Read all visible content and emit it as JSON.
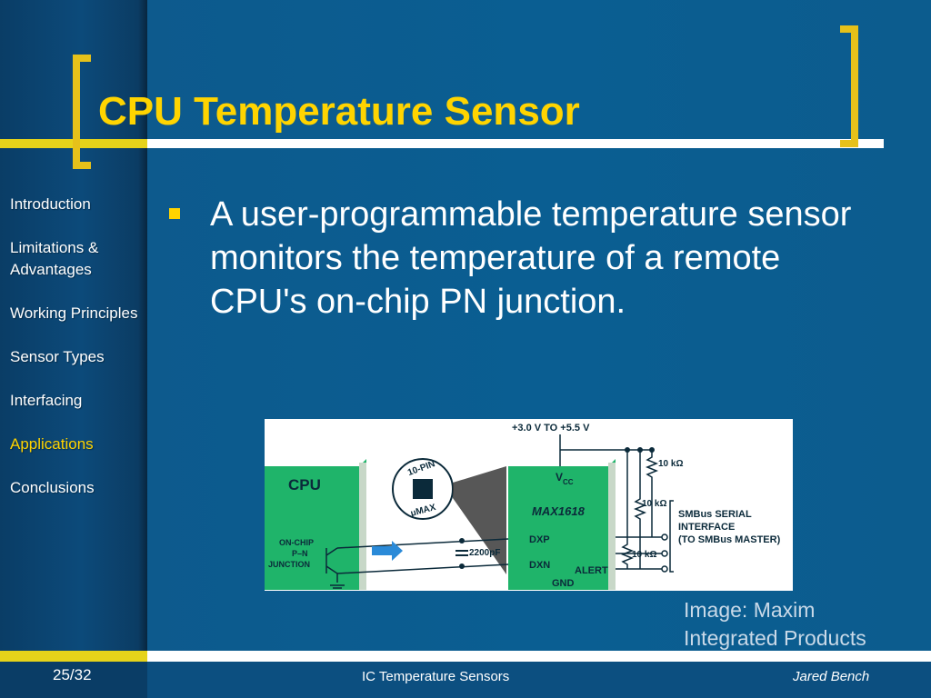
{
  "slide": {
    "title": "CPU Temperature Sensor",
    "bullet": "A user-programmable temperature sensor monitors the temperature of a remote CPU's on-chip PN junction.",
    "caption_line1": "Image: Maxim",
    "caption_line2": "Integrated Products"
  },
  "nav": {
    "items": [
      {
        "label": "Introduction",
        "active": false
      },
      {
        "label": "Limitations & Advantages",
        "active": false
      },
      {
        "label": "Working Principles",
        "active": false
      },
      {
        "label": "Sensor Types",
        "active": false
      },
      {
        "label": "Interfacing",
        "active": false
      },
      {
        "label": "Applications",
        "active": true
      },
      {
        "label": "Conclusions",
        "active": false
      }
    ]
  },
  "figure": {
    "supply": "+3.0 V TO +5.5 V",
    "cpu": "CPU",
    "junction_1": "ON-CHIP",
    "junction_2": "P–N",
    "junction_3": "JUNCTION",
    "package_top": "10-PIN",
    "package_bottom": "μMAX",
    "chip_name": "MAX1618",
    "vcc": "V",
    "vcc_sub": "CC",
    "dxp": "DXP",
    "dxn": "DXN",
    "alert": "ALERT",
    "gnd": "GND",
    "cap": "2200pF",
    "r1": "10 kΩ",
    "r2": "10 kΩ",
    "r3": "10 kΩ",
    "smbus_1": "SMBus SERIAL",
    "smbus_2": "INTERFACE",
    "smbus_3": "(TO SMBus MASTER)"
  },
  "footer": {
    "page": "25/32",
    "title": "IC Temperature Sensors",
    "author": "Jared Bench"
  },
  "colors": {
    "accent": "#ffd400",
    "chip_green": "#1fb46a",
    "arrow_blue": "#2a8ad8"
  }
}
